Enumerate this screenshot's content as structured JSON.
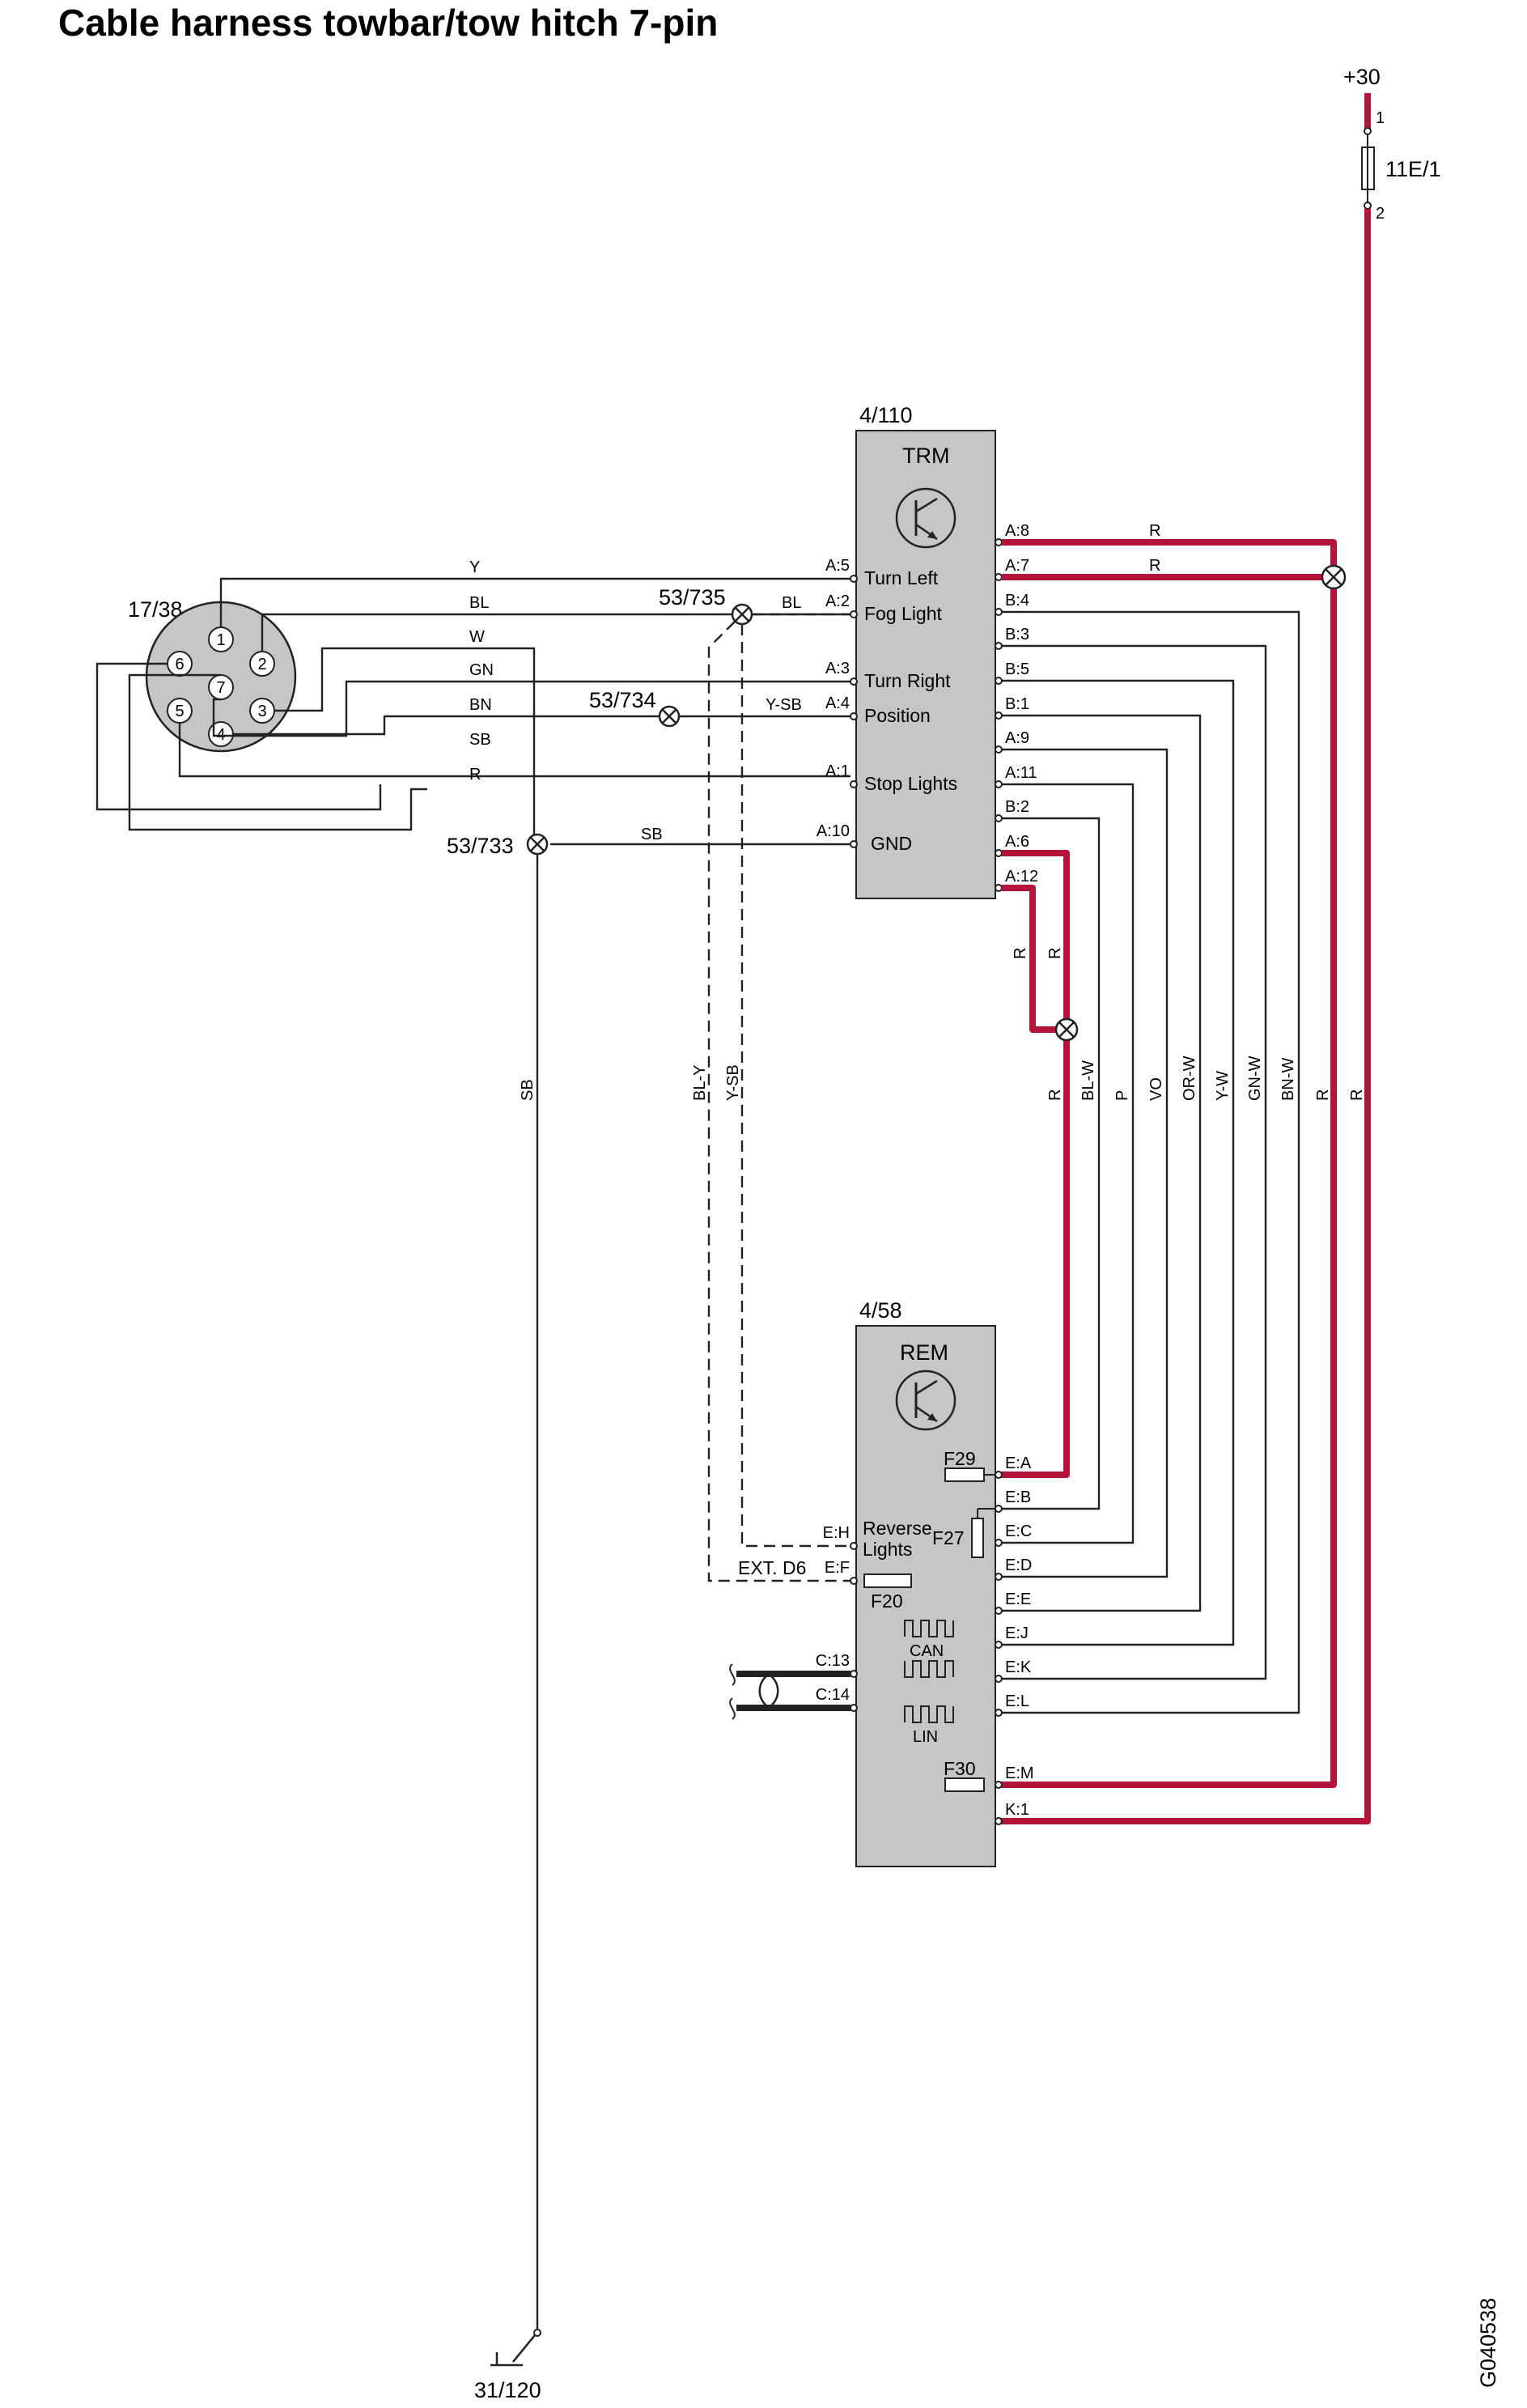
{
  "title": "Cable harness towbar/tow hitch 7-pin",
  "doc_code": "G040538",
  "supply": {
    "label": "+30",
    "fuse": "11E/1",
    "pin_in": "1",
    "pin_out": "2"
  },
  "ground": {
    "label": "31/120"
  },
  "connector": {
    "id": "17/38",
    "pins": [
      "1",
      "2",
      "3",
      "4",
      "5",
      "6",
      "7"
    ]
  },
  "splices": {
    "s735": "53/735",
    "s734": "53/734",
    "s733": "53/733"
  },
  "trm": {
    "id": "4/110",
    "name": "TRM",
    "left_pins": [
      "A:5",
      "A:2",
      "A:3",
      "A:4",
      "A:1",
      "A:10"
    ],
    "functions": [
      "Turn Left",
      "Fog Light",
      "Turn Right",
      "Position",
      "Stop Lights",
      "GND"
    ],
    "right_pins": [
      "A:8",
      "A:7",
      "B:4",
      "B:3",
      "B:5",
      "B:1",
      "A:9",
      "A:11",
      "B:2",
      "A:6",
      "A:12"
    ]
  },
  "rem": {
    "id": "4/58",
    "name": "REM",
    "left_pins": [
      "E:H",
      "E:F",
      "C:13",
      "C:14"
    ],
    "reverse_label": [
      "Reverse",
      "Lights"
    ],
    "ext_label": "EXT. D6",
    "fuses": [
      "F29",
      "F27",
      "F20",
      "F30"
    ],
    "bus_labels": [
      "CAN",
      "LIN"
    ],
    "right_pins": [
      "E:A",
      "E:B",
      "E:C",
      "E:D",
      "E:E",
      "E:J",
      "E:K",
      "E:L",
      "E:M",
      "K:1"
    ]
  },
  "wire_colors": {
    "left": [
      "Y",
      "BL",
      "W",
      "GN",
      "BN",
      "SB",
      "R"
    ],
    "bl_to_trm": "BL",
    "ysb_to_trm": "Y-SB",
    "gnd": "SB",
    "sb_vertical": "SB",
    "bl_y": "BL-Y",
    "y_sb": "Y-SB",
    "top_r": [
      "R",
      "R"
    ],
    "r_short": [
      "R",
      "R"
    ],
    "vertical": [
      "R",
      "BL-W",
      "P",
      "VO",
      "OR-W",
      "Y-W",
      "GN-W",
      "BN-W",
      "R",
      "R"
    ]
  }
}
